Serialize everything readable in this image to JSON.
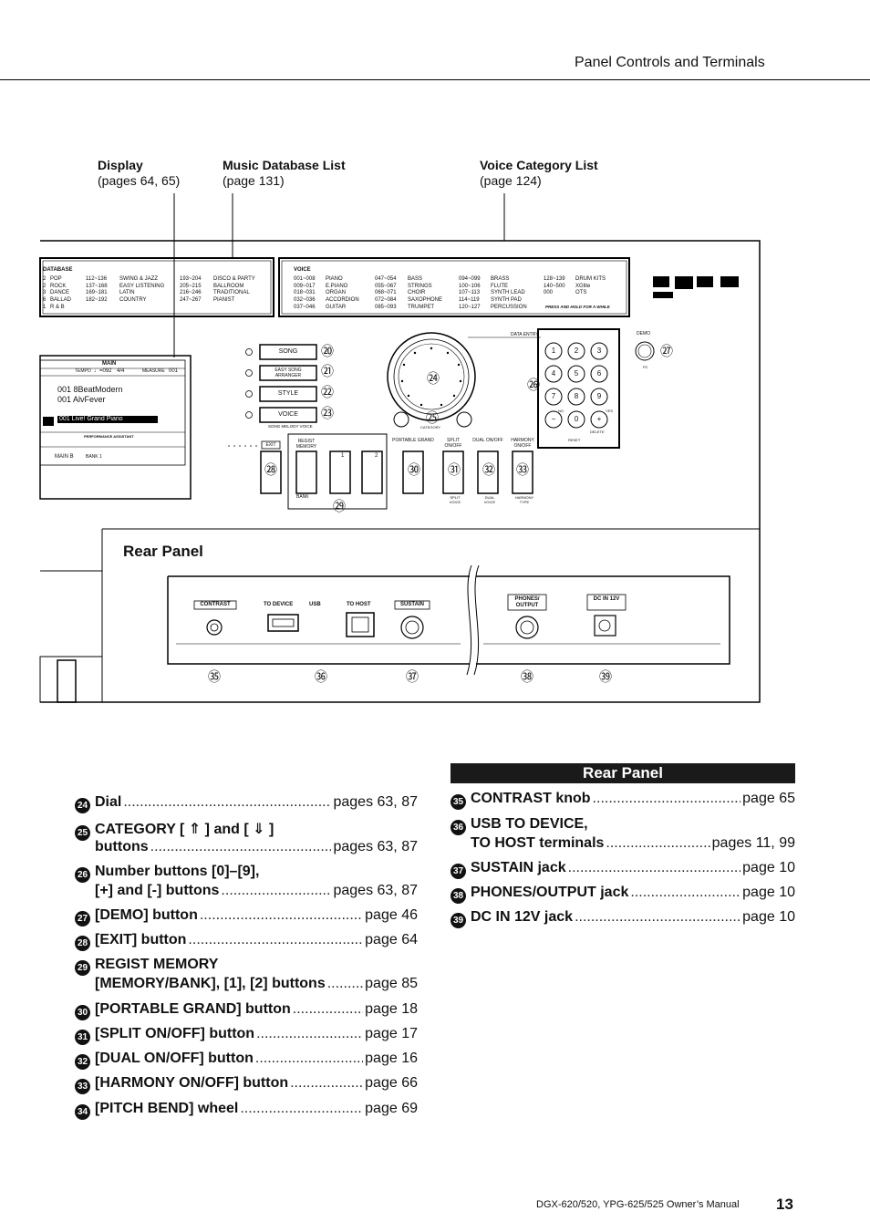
{
  "header": {
    "section_title": "Panel Controls and Terminals"
  },
  "callouts": {
    "display": {
      "title": "Display",
      "ref": "(pages 64, 65)"
    },
    "music_db": {
      "title": "Music Database List",
      "ref": "(page 131)"
    },
    "voice_cat": {
      "title": "Voice Category List",
      "ref": "(page 124)"
    }
  },
  "diagram": {
    "database_label": "DATABASE",
    "database_rows": [
      [
        "2",
        "POP",
        "112~136",
        "SWING & JAZZ",
        "193~204",
        "DISCO & PARTY"
      ],
      [
        "2",
        "ROCK",
        "137~168",
        "EASY LISTENING",
        "205~215",
        "BALLROOM"
      ],
      [
        "3",
        "DANCE",
        "169~181",
        "LATIN",
        "216~246",
        "TRADITIONAL"
      ],
      [
        "6",
        "BALLAD",
        "182~192",
        "COUNTRY",
        "247~267",
        "PIANIST"
      ],
      [
        "1",
        "R & B",
        "",
        "",
        "",
        ""
      ]
    ],
    "voice_label": "VOICE",
    "voice_rows": [
      [
        "001~008",
        "PIANO",
        "047~054",
        "BASS",
        "094~099",
        "BRASS",
        "128~139",
        "DRUM KITS"
      ],
      [
        "009~017",
        "E.PIANO",
        "055~067",
        "STRINGS",
        "100~106",
        "FLUTE",
        "140~500",
        "XGlite"
      ],
      [
        "018~031",
        "ORGAN",
        "068~071",
        "CHOIR",
        "107~113",
        "SYNTH LEAD",
        "000",
        "OTS"
      ],
      [
        "032~036",
        "ACCORDION",
        "072~084",
        "SAXOPHONE",
        "114~119",
        "SYNTH PAD",
        "",
        ""
      ],
      [
        "037~046",
        "GUITAR",
        "085~093",
        "TRUMPET",
        "120~127",
        "PERCUSSION",
        "",
        ""
      ]
    ],
    "press_hold": "PRESS AND HOLD FOR A WHILE",
    "lcd": {
      "title": "MAIN",
      "tempo_label": "TEMPO",
      "tempo": "♩=092",
      "beat": "4/4",
      "measure_label": "MEASURE",
      "measure": "001",
      "song": "001 8BeatModern",
      "style": "001 AlvFever",
      "voice": "001 Live! Grand Piano",
      "assistant": "PERFORMANCE ASSISTANT",
      "main_label": "MAIN B",
      "bank": "BANK 1"
    },
    "left_buttons": [
      "SONG",
      "EASY SONG ARRANGER",
      "STYLE",
      "VOICE"
    ],
    "song_melody_voice": "SONG MELODY VOICE",
    "exit": "EXIT",
    "regist_memory": "REGIST MEMORY",
    "bank": "BANK",
    "reg_1": "1",
    "reg_2": "2",
    "portable_grand": "PORTABLE GRAND",
    "split": "SPLIT ON/OFF",
    "dual": "DUAL ON/OFF",
    "harmony": "HARMONY ON/OFF",
    "split_voice": "SPLIT VOICE",
    "dual_voice": "DUAL VOICE",
    "harmony_type": "HARMONY TYPE",
    "data_entry": "DATA ENTRY",
    "category": "CATEGORY",
    "demo": "DEMO",
    "pc": "PC",
    "no": "NO",
    "yes": "YES",
    "delete": "DELETE",
    "reset": "RESET",
    "keypad": [
      "1",
      "2",
      "3",
      "4",
      "5",
      "6",
      "7",
      "8",
      "9",
      "−",
      "0",
      "+"
    ],
    "rear_panel_label": "Rear Panel",
    "rear_labels": [
      "CONTRAST",
      "TO DEVICE",
      "USB",
      "TO HOST",
      "SUSTAIN",
      "PHONES/ OUTPUT",
      "DC IN 12V"
    ],
    "numbers_front": [
      "⑳",
      "㉑",
      "㉒",
      "㉓",
      "㉔",
      "㉕",
      "㉖",
      "㉗",
      "㉘",
      "㉙",
      "㉚",
      "㉛",
      "㉜",
      "㉝"
    ],
    "numbers_rear": [
      "㉟",
      "㊱",
      "㊲",
      "㊳",
      "㊴"
    ]
  },
  "list_left": [
    {
      "n": "24",
      "label": "Dial",
      "page": "pages 63, 87"
    },
    {
      "n": "25",
      "label": "CATEGORY [ ⇑ ] and [ ⇓ ]",
      "label2": "buttons",
      "page": "pages 63, 87"
    },
    {
      "n": "26",
      "label": "Number buttons [0]–[9],",
      "label2": "[+] and [-] buttons",
      "page": "pages 63, 87"
    },
    {
      "n": "27",
      "label": "[DEMO] button",
      "page": "page 46"
    },
    {
      "n": "28",
      "label": "[EXIT] button",
      "page": "page 64"
    },
    {
      "n": "29",
      "label": "REGIST MEMORY",
      "label2": "[MEMORY/BANK], [1], [2] buttons",
      "page": "page 85"
    },
    {
      "n": "30",
      "label": "[PORTABLE GRAND] button",
      "page": "page 18"
    },
    {
      "n": "31",
      "label": "[SPLIT ON/OFF] button",
      "page": "page 17"
    },
    {
      "n": "32",
      "label": "[DUAL ON/OFF] button",
      "page": "page 16"
    },
    {
      "n": "33",
      "label": "[HARMONY ON/OFF] button",
      "page": "page 66"
    },
    {
      "n": "34",
      "label": "[PITCH BEND] wheel",
      "page": "page 69"
    }
  ],
  "rear_heading": "Rear Panel",
  "list_right": [
    {
      "n": "35",
      "label": "CONTRAST knob",
      "page": "page 65"
    },
    {
      "n": "36",
      "label": "USB TO DEVICE,",
      "label2": "TO HOST terminals",
      "page": "pages 11, 99"
    },
    {
      "n": "37",
      "label": "SUSTAIN jack",
      "page": "page 10"
    },
    {
      "n": "38",
      "label": "PHONES/OUTPUT jack",
      "page": "page 10"
    },
    {
      "n": "39",
      "label": "DC IN 12V jack",
      "page": "page 10"
    }
  ],
  "footer": {
    "manual": "DGX-620/520, YPG-625/525  Owner’s Manual",
    "page_number": "13"
  }
}
